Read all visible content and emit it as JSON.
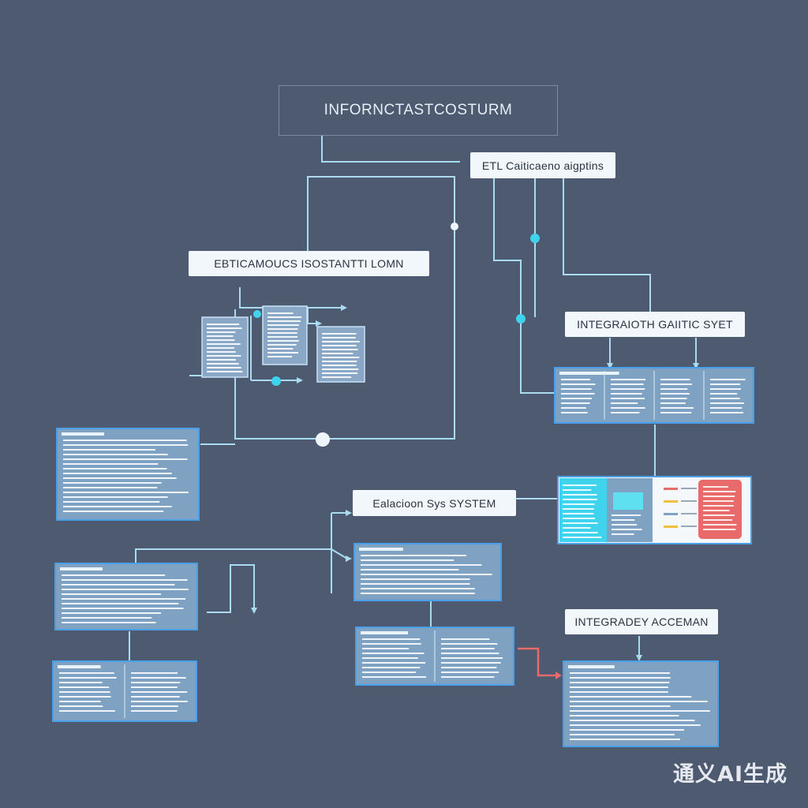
{
  "diagram": {
    "title": "INFORNCTASTCOSTURM",
    "labels": {
      "etl": "ETL Caiticaeno aigptins",
      "main": "EBTICAMOUCS ISOSTANTTI LOMN",
      "integ_system": "INTEGRAIOTH GAIITIC SYET",
      "mid": "Ealacioon Sys SYSTEM",
      "integ_acc": "INTEGRADEY ACCEMAN"
    }
  },
  "colors": {
    "background": "#4d5a70",
    "connector": "#a9dcf0",
    "panel": "#7fa1c2",
    "panel_border": "#4aa0e8",
    "label_bg": "#f2f7fb",
    "accent_cyan": "#3fd3ee",
    "accent_red": "#e86a6a"
  },
  "watermark": "通义AI生成"
}
